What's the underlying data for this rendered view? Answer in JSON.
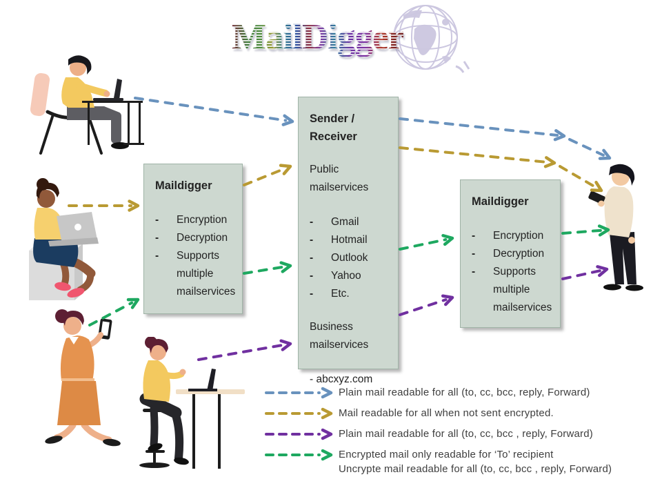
{
  "title": "MailDigger",
  "colors": {
    "blue": "#6992bd",
    "gold": "#b99a33",
    "green": "#1ea860",
    "purple": "#7030a0",
    "box_bg": "#cdd8d0",
    "box_border": "#9fb3a6"
  },
  "boxes": {
    "left": {
      "title": "Maildigger",
      "items": [
        "Encryption",
        "Decryption",
        "Supports multiple mailservices"
      ]
    },
    "center": {
      "title": "Sender / Receiver",
      "public_heading": "Public mailservices",
      "public_items": [
        "Gmail",
        "Hotmail",
        "Outlook",
        "Yahoo",
        "Etc."
      ],
      "business_heading": "Business mailservices",
      "business_item": "- abcxyz.com"
    },
    "right": {
      "title": "Maildigger",
      "items": [
        "Encryption",
        "Decryption",
        "Supports multiple mailservices"
      ]
    }
  },
  "legend": {
    "items": [
      {
        "arrow": "blue-dashed-arrow",
        "color": "#6992bd",
        "text": "Plain mail readable for all (to, cc, bcc, reply, Forward)"
      },
      {
        "arrow": "gold-dashed-arrow",
        "color": "#b99a33",
        "text": "Mail readable for all when not sent encrypted."
      },
      {
        "arrow": "purple-dashed-arrow",
        "color": "#7030a0",
        "text": "Plain mail readable for all (to, cc, bcc , reply, Forward)"
      },
      {
        "arrow": "green-dashed-arrow",
        "color": "#1ea860",
        "text": "Encrypted mail only readable for ‘To’ recipient",
        "text2": "Uncrypte mail readable for all (to, cc, bcc , reply, Forward)"
      }
    ]
  },
  "figures": {
    "top_left": "man-typing-at-desk-with-laptop",
    "mid_left": "woman-sitting-on-cube-with-laptop",
    "bottom_left": "woman-standing-using-phone",
    "bottom_mid": "woman-on-stool-at-standing-desk-with-laptop",
    "right": "man-standing-reading-phone",
    "watermark": "globe-icon"
  }
}
